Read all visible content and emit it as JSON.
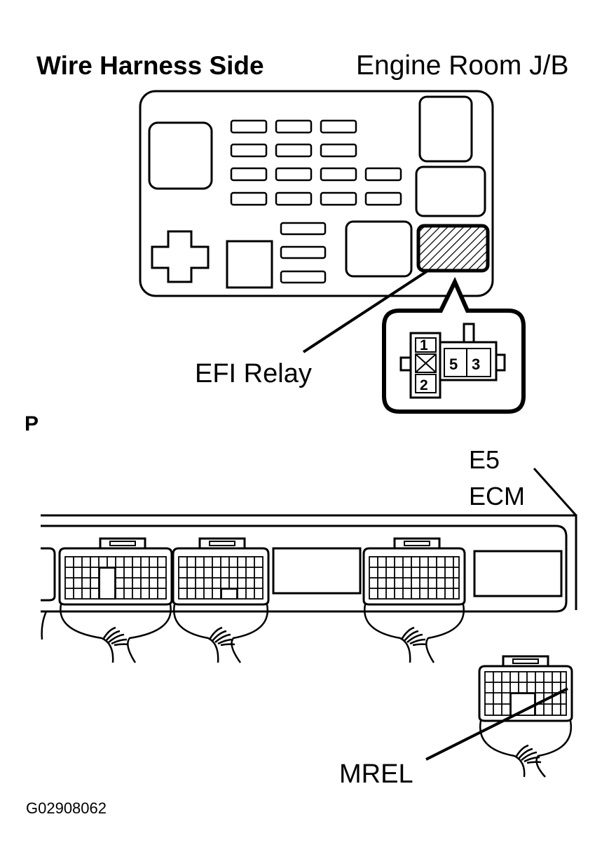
{
  "header": {
    "left_title": "Wire Harness Side",
    "right_title": "Engine Room J/B"
  },
  "junction_block": {
    "callout_label": "EFI Relay",
    "relay_pins": [
      "1",
      "2",
      "5",
      "3"
    ]
  },
  "section_marker": "P",
  "ecm": {
    "connector_code": "E5",
    "unit_label": "ECM",
    "terminal_label": "MREL"
  },
  "figure_id": "G02908062",
  "colors": {
    "ink": "#000000",
    "paper": "#ffffff"
  }
}
